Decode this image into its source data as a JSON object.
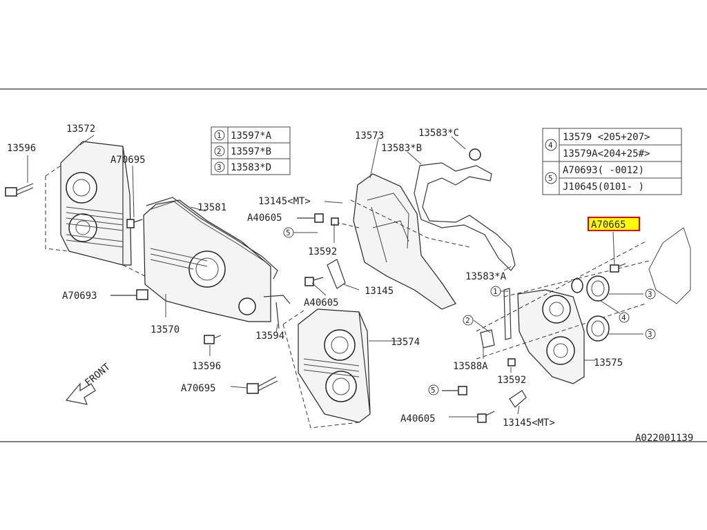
{
  "diagram_id": "A022001139",
  "front_label": "FRONT",
  "legend_left": [
    {
      "num": "1",
      "text": "13597*A"
    },
    {
      "num": "2",
      "text": "13597*B"
    },
    {
      "num": "3",
      "text": "13583*D"
    }
  ],
  "legend_right": [
    {
      "num": "4",
      "lines": [
        "13579  <205+207>",
        "13579A<204+25#>"
      ]
    },
    {
      "num": "5",
      "lines": [
        "A70693( -0012)",
        "J10645(0101- )"
      ]
    }
  ],
  "highlighted_part": "A70665",
  "labels": {
    "p13572": "13572",
    "p13596a": "13596",
    "p70695a": "A70695",
    "p13581": "13581",
    "p70693": "A70693",
    "p13570": "13570",
    "p13596b": "13596",
    "p70695b": "A70695",
    "p13594": "13594",
    "p13573": "13573",
    "p13583b": "13583*B",
    "p13583c": "13583*C",
    "p13145mt1": "13145<MT>",
    "p40605a": "A40605",
    "p13592a": "13592",
    "p13145": "13145",
    "p40605b": "A40605",
    "p13583a": "13583*A",
    "p13574": "13574",
    "p13588a": "13588A",
    "p13592b": "13592",
    "p40605c": "A40605",
    "p13145mt2": "13145<MT>",
    "p13575": "13575"
  },
  "callouts": {
    "c5a": "5",
    "c5b": "5",
    "c1": "1",
    "c2": "2",
    "c3a": "3",
    "c3b": "3",
    "c4": "4"
  }
}
